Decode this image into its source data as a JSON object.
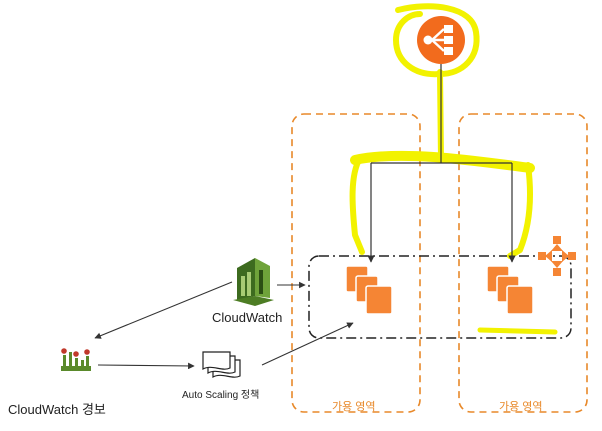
{
  "labels": {
    "cloudwatch": "CloudWatch",
    "cloudwatch_alarm": "CloudWatch 경보",
    "auto_scaling_policy": "Auto Scaling 정책",
    "availability_zone_1": "가용 영역",
    "availability_zone_2": "가용 영역"
  },
  "icons": {
    "load_balancer": "load-balancer-icon",
    "cloudwatch": "cloudwatch-icon",
    "cloudwatch_alarm": "cloudwatch-alarm-icon",
    "auto_scaling_policy": "document-stack-icon",
    "ec2_instances": "ec2-instances-icon",
    "auto_scaling": "auto-scaling-icon"
  },
  "colors": {
    "load_balancer": "#f26b1d",
    "availability_zone_border": "#e8892a",
    "highlight": "#f2f200",
    "ec2_instance": "#f58534",
    "cloudwatch": "#5a8a2b",
    "alarm_marker": "#c0392b",
    "connector": "#333333"
  }
}
